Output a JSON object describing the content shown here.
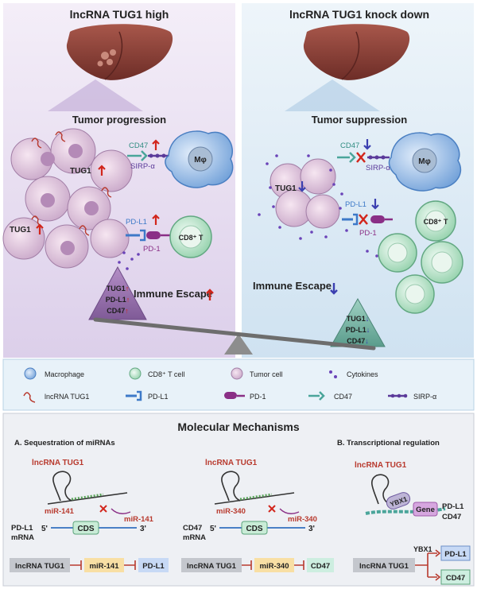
{
  "panels": {
    "left": {
      "title": "lncRNA TUG1 high",
      "subtitle": "Tumor progression",
      "escape_label": "Immune Escape",
      "pyramid": [
        "TUG1",
        "PD-L1",
        "CD47"
      ],
      "labels": {
        "tug1_a": "TUG1",
        "tug1_b": "TUG1",
        "cd47": "CD47",
        "sirp": "SIRP-α",
        "macrophage": "Mφ",
        "pdl1": "PD-L1",
        "pd1": "PD-1",
        "tcell": "CD8⁺ T"
      }
    },
    "right": {
      "title": "lncRNA TUG1 knock down",
      "subtitle": "Tumor suppression",
      "escape_label": "Immune Escape",
      "pyramid": [
        "TUG1",
        "PD-L1",
        "CD47"
      ],
      "labels": {
        "tug1": "TUG1",
        "cd47": "CD47",
        "sirp": "SIRP-α",
        "macrophage": "Mφ",
        "pdl1": "PD-L1",
        "pd1": "PD-1",
        "tcell": "CD8⁺ T"
      }
    }
  },
  "legend": {
    "row1": [
      "Macrophage",
      "CD8⁺ T cell",
      "Tumor cell",
      "Cytokines"
    ],
    "row2": [
      "lncRNA TUG1",
      "PD-L1",
      "PD-1",
      "CD47",
      "SIRP-α"
    ]
  },
  "mechanisms": {
    "title": "Molecular Mechanisms",
    "section_a": "A. Sequestration of miRNAs",
    "section_b": "B. Transcriptional regulation",
    "left": {
      "lnc": "lncRNA TUG1",
      "mir": "miR-141",
      "mir2": "miR-141",
      "mrna_a": "PD-L1",
      "mrna_b": "mRNA",
      "five": "5'",
      "cds": "CDS",
      "three": "3'",
      "path": [
        "lncRNA TUG1",
        "miR-141",
        "PD-L1"
      ]
    },
    "middle": {
      "lnc": "lncRNA TUG1",
      "mir": "miR-340",
      "mir2": "miR-340",
      "mrna_a": "CD47",
      "mrna_b": "mRNA",
      "five": "5'",
      "cds": "CDS",
      "three": "3'",
      "path": [
        "lncRNA TUG1",
        "miR-340",
        "CD47"
      ]
    },
    "right": {
      "lnc": "lncRNA TUG1",
      "ybx1": "YBX1",
      "gene": "Gene",
      "target_a": "PD-L1",
      "target_b": "CD47",
      "path_src": "lncRNA TUG1",
      "path_mid": "YBX1",
      "path_t1": "PD-L1",
      "path_t2": "CD47"
    }
  },
  "colors": {
    "left_bg": "#e6dcef",
    "right_bg": "#d9e8f3",
    "lnc_red": "#b83a2e",
    "arrow_up": "#d2261c",
    "arrow_down": "#3b3fb0",
    "pdl1": "#3d79c8",
    "pd1": "#8a2f86",
    "cd47": "#4aa59a",
    "sirp": "#5b3a9a",
    "cds_green": "#c9ecd7",
    "mir_box": "#f8dfa4",
    "pdl1_box": "#c7d9f5",
    "cd47_box": "#cdeee0"
  }
}
